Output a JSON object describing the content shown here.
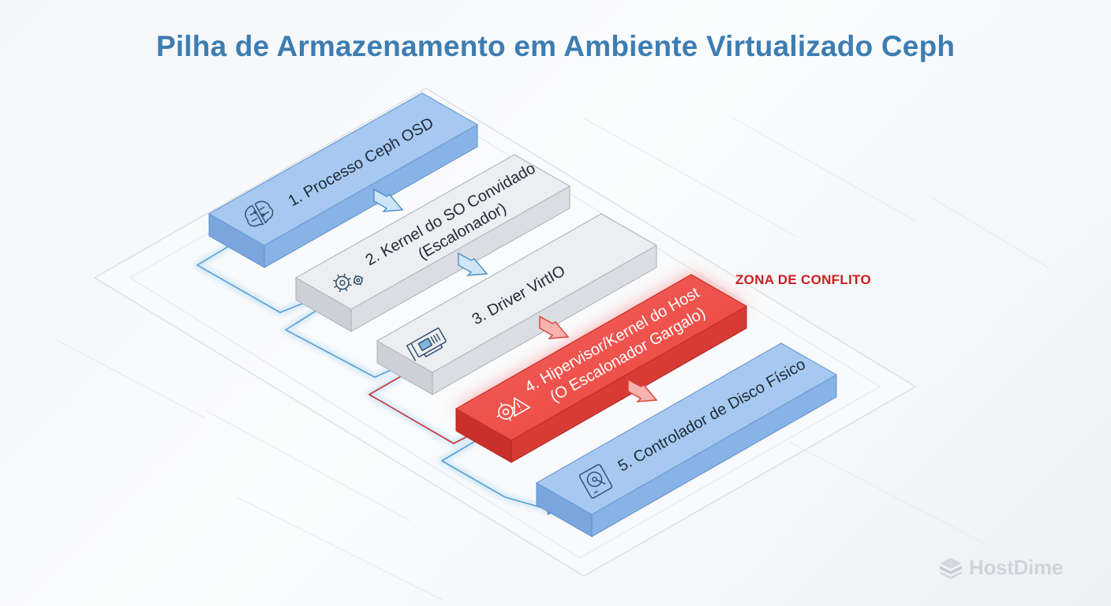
{
  "title": "Pilha de Armazenamento em Ambiente Virtualizado Ceph",
  "conflict_label": "ZONA DE CONFLITO",
  "layers": [
    {
      "lines": [
        "1. Processo Ceph OSD"
      ],
      "icon": "brain-circuit-icon",
      "style": "blue"
    },
    {
      "lines": [
        "2. Kernel do SO Convidado",
        "(Escalonador)"
      ],
      "icon": "gears-icon",
      "style": "gray"
    },
    {
      "lines": [
        "3. Driver VirtIO"
      ],
      "icon": "network-card-icon",
      "style": "gray"
    },
    {
      "lines": [
        "4. Hipervisor/Kernel do Host",
        "(O Escalonador Gargalo)"
      ],
      "icon": "gear-warning-icon",
      "style": "red"
    },
    {
      "lines": [
        "5. Controlador de Disco Físico"
      ],
      "icon": "hard-disk-icon",
      "style": "blue"
    }
  ],
  "colors": {
    "title": "#3d7db2",
    "blue_top": "#a7c9f1",
    "gray_top": "#eceef1",
    "red_top": "#ef5752",
    "conflict": "#c91f1f"
  },
  "logo": {
    "text": "HostDime",
    "icon": "stacked-cube-icon"
  }
}
